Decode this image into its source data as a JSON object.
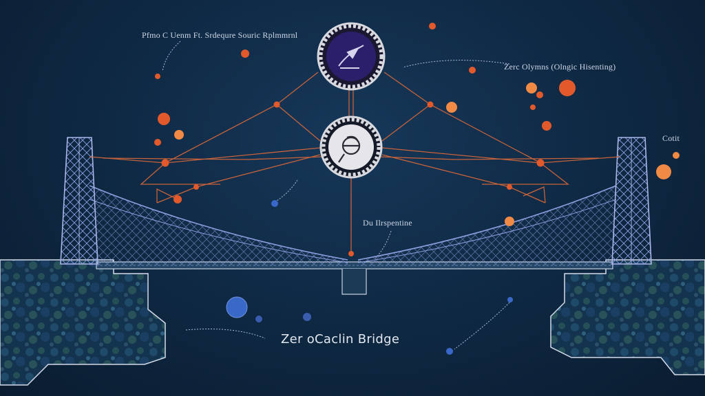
{
  "title": "Zer oCaclin Bridge",
  "labels": {
    "top_left": "Pfmo C Uenm Ft. Srdequre Souric Rplmmrnl",
    "top_right": "Zerc Olymns (Olngic Hisenting)",
    "right_edge": "Cotit",
    "center": "Du Ilrspentine"
  },
  "icons": {
    "top_node": "quill-seal-icon",
    "middle_node": "chain-link-seal-icon"
  },
  "colors": {
    "background": "#0f2a45",
    "bridge_lines": "#8e9fe0",
    "cable_lines": "#c8633a",
    "nodes_orange": "#e25a2c",
    "nodes_light_orange": "#f08a45",
    "nodes_blue": "#3a68c8",
    "seal_top_fill": "#2b1f6b",
    "seal_middle_fill": "#e6e6ea",
    "text": "#cfd8e6"
  }
}
